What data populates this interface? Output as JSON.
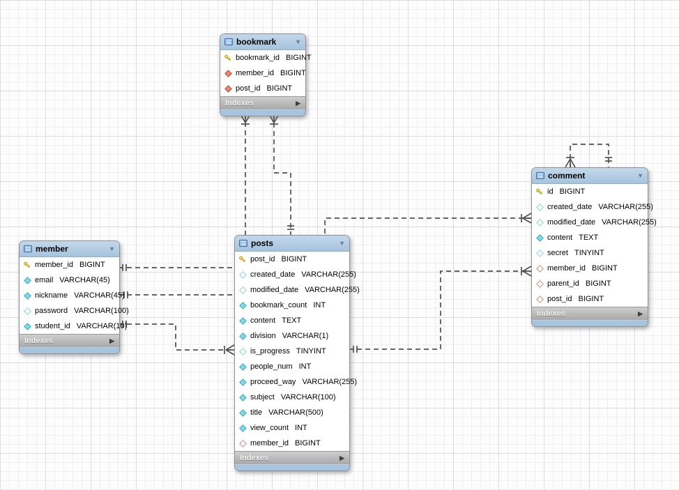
{
  "diagram": {
    "tables": [
      {
        "id": "bookmark",
        "name": "bookmark",
        "footer_label": "Indexes",
        "columns": [
          {
            "name": "bookmark_id",
            "type": "BIGINT",
            "icon": "primary-key"
          },
          {
            "name": "member_id",
            "type": "BIGINT",
            "icon": "fk-not-null"
          },
          {
            "name": "post_id",
            "type": "BIGINT",
            "icon": "fk-not-null"
          }
        ]
      },
      {
        "id": "member",
        "name": "member",
        "footer_label": "Indexes",
        "columns": [
          {
            "name": "member_id",
            "type": "BIGINT",
            "icon": "primary-key"
          },
          {
            "name": "email",
            "type": "VARCHAR(45)",
            "icon": "not-null"
          },
          {
            "name": "nickname",
            "type": "VARCHAR(45)",
            "icon": "not-null"
          },
          {
            "name": "password",
            "type": "VARCHAR(100)",
            "icon": "nullable"
          },
          {
            "name": "student_id",
            "type": "VARCHAR(10)",
            "icon": "not-null"
          }
        ]
      },
      {
        "id": "posts",
        "name": "posts",
        "footer_label": "Indexes",
        "columns": [
          {
            "name": "post_id",
            "type": "BIGINT",
            "icon": "primary-key"
          },
          {
            "name": "created_date",
            "type": "VARCHAR(255)",
            "icon": "nullable"
          },
          {
            "name": "modified_date",
            "type": "VARCHAR(255)",
            "icon": "nullable"
          },
          {
            "name": "bookmark_count",
            "type": "INT",
            "icon": "not-null"
          },
          {
            "name": "content",
            "type": "TEXT",
            "icon": "not-null"
          },
          {
            "name": "division",
            "type": "VARCHAR(1)",
            "icon": "not-null"
          },
          {
            "name": "is_progress",
            "type": "TINYINT",
            "icon": "nullable"
          },
          {
            "name": "people_num",
            "type": "INT",
            "icon": "not-null"
          },
          {
            "name": "proceed_way",
            "type": "VARCHAR(255)",
            "icon": "not-null"
          },
          {
            "name": "subject",
            "type": "VARCHAR(100)",
            "icon": "not-null"
          },
          {
            "name": "title",
            "type": "VARCHAR(500)",
            "icon": "not-null"
          },
          {
            "name": "view_count",
            "type": "INT",
            "icon": "not-null"
          },
          {
            "name": "member_id",
            "type": "BIGINT",
            "icon": "fk-nullable"
          }
        ]
      },
      {
        "id": "comment",
        "name": "comment",
        "footer_label": "Indexes",
        "columns": [
          {
            "name": "id",
            "type": "BIGINT",
            "icon": "primary-key"
          },
          {
            "name": "created_date",
            "type": "VARCHAR(255)",
            "icon": "nullable"
          },
          {
            "name": "modified_date",
            "type": "VARCHAR(255)",
            "icon": "nullable"
          },
          {
            "name": "content",
            "type": "TEXT",
            "icon": "not-null"
          },
          {
            "name": "secret",
            "type": "TINYINT",
            "icon": "nullable"
          },
          {
            "name": "member_id",
            "type": "BIGINT",
            "icon": "fk-nullable"
          },
          {
            "name": "parent_id",
            "type": "BIGINT",
            "icon": "fk-nullable"
          },
          {
            "name": "post_id",
            "type": "BIGINT",
            "icon": "fk-nullable"
          }
        ]
      }
    ],
    "relationships": [
      {
        "id": "member_bookmark",
        "from": "member",
        "to": "bookmark",
        "from_cardinality": "one",
        "to_cardinality": "many",
        "line_style": "dashed"
      },
      {
        "id": "posts_bookmark",
        "from": "posts",
        "to": "bookmark",
        "from_cardinality": "one",
        "to_cardinality": "many",
        "line_style": "dashed"
      },
      {
        "id": "member_posts",
        "from": "member",
        "to": "posts",
        "from_cardinality": "one",
        "to_cardinality": "many",
        "line_style": "dashed"
      },
      {
        "id": "member_comment",
        "from": "member",
        "to": "comment",
        "from_cardinality": "one",
        "to_cardinality": "many",
        "line_style": "dashed"
      },
      {
        "id": "posts_comment",
        "from": "posts",
        "to": "comment",
        "from_cardinality": "one",
        "to_cardinality": "many",
        "line_style": "dashed"
      },
      {
        "id": "comment_parent",
        "from": "comment",
        "to": "comment",
        "from_cardinality": "one",
        "to_cardinality": "many",
        "line_style": "dashed"
      }
    ],
    "colors": {
      "header_blue": "#a8c6de",
      "footer_strip_blue": "#a6c4de",
      "indexes_bar_gray": "#b5b5b5",
      "primary_key_yellow": "#f6d84b",
      "column_cyan": "#7bdcec",
      "foreign_key_red": "#ec8575",
      "connector_gray": "#4f4f4f"
    },
    "icons": {
      "collapse_arrow": "▼",
      "expand_arrow": "▶"
    }
  }
}
